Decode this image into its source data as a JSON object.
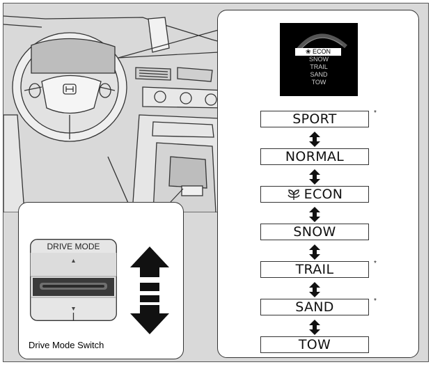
{
  "screen": {
    "items": [
      "ECON",
      "SNOW",
      "TRAIL",
      "SAND",
      "TOW"
    ],
    "selected": "ECON"
  },
  "modes": [
    {
      "label": "SPORT",
      "star": true
    },
    {
      "label": "NORMAL",
      "star": false
    },
    {
      "label": "ECON",
      "star": false,
      "icon": "econ-leaf-icon"
    },
    {
      "label": "SNOW",
      "star": false
    },
    {
      "label": "TRAIL",
      "star": true
    },
    {
      "label": "SAND",
      "star": true
    },
    {
      "label": "TOW",
      "star": false
    }
  ],
  "star_symbol": "*",
  "switch": {
    "title": "DRIVE MODE",
    "caption": "Drive Mode Switch"
  }
}
